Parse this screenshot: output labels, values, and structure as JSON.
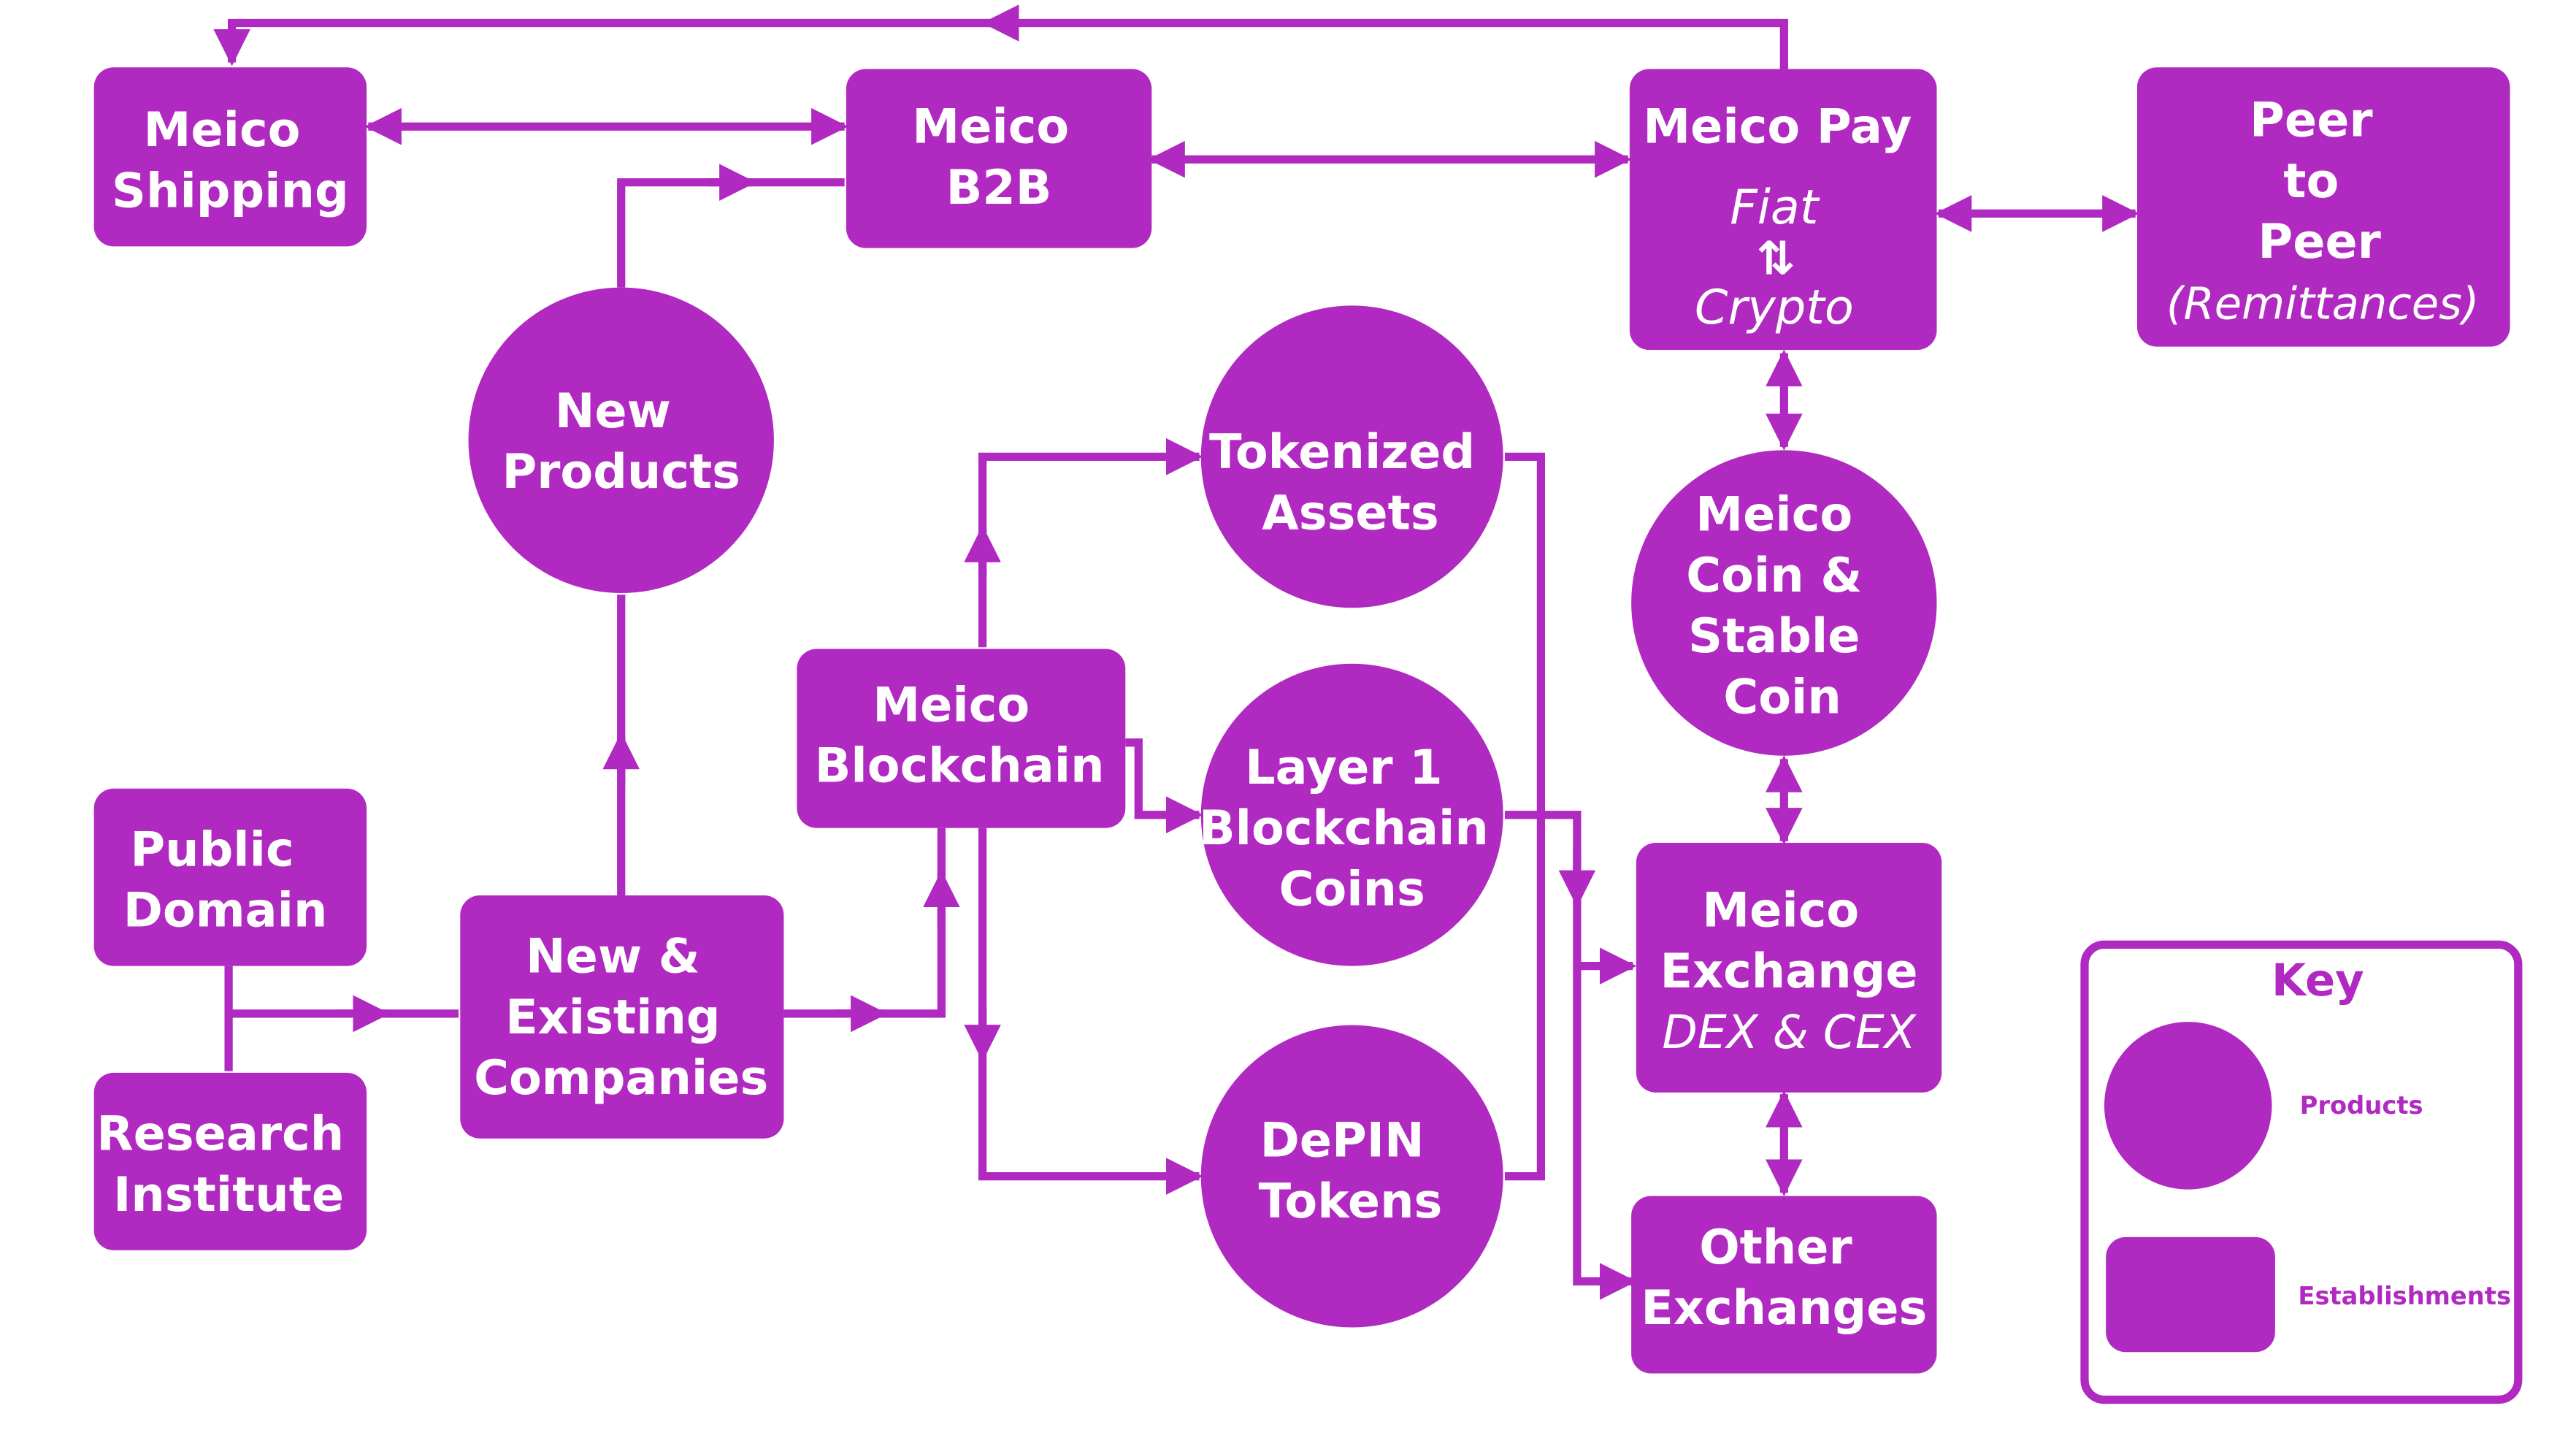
{
  "colors": {
    "accent": "#B02AC1",
    "text_on_shape": "#ffffff",
    "background": "#ffffff"
  },
  "nodes": {
    "meico_shipping": {
      "lines": [
        "Meico",
        "Shipping"
      ]
    },
    "meico_b2b": {
      "lines": [
        "Meico",
        "B2B"
      ]
    },
    "meico_pay": {
      "title": "Meico Pay",
      "fiat": "Fiat",
      "swap": "⇅",
      "crypto": "Crypto"
    },
    "peer_to_peer": {
      "lines": [
        "Peer",
        "to",
        "Peer"
      ],
      "italic": "(Remittances)"
    },
    "new_products": {
      "lines": [
        "New",
        "Products"
      ]
    },
    "tokenized_assets": {
      "lines": [
        "Tokenized",
        "Assets"
      ]
    },
    "meico_coin": {
      "lines": [
        "Meico",
        "Coin &",
        "Stable",
        "Coin"
      ]
    },
    "meico_blockchain": {
      "lines": [
        "Meico",
        "Blockchain"
      ]
    },
    "layer1_coins": {
      "lines": [
        "Layer 1",
        "Blockchain",
        "Coins"
      ]
    },
    "public_domain": {
      "lines": [
        "Public",
        "Domain"
      ]
    },
    "new_existing_companies": {
      "lines": [
        "New &",
        "Existing",
        "Companies"
      ]
    },
    "meico_exchange": {
      "lines": [
        "Meico",
        "Exchange"
      ],
      "italic": "DEX & CEX"
    },
    "research_institute": {
      "lines": [
        "Research",
        "Institute"
      ]
    },
    "depin_tokens": {
      "lines": [
        "DePIN",
        "Tokens"
      ]
    },
    "other_exchanges": {
      "lines": [
        "Other",
        "Exchanges"
      ]
    }
  },
  "key": {
    "title": "Key",
    "products_label": "Products",
    "establishments_label": "Establishments"
  }
}
